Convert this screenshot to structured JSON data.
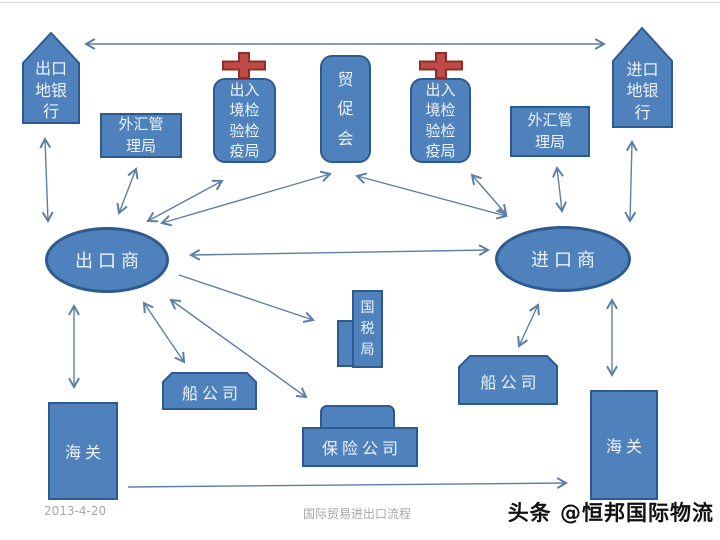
{
  "diagram": {
    "footer": {
      "date": "2013-4-20",
      "title": "国际贸易进出口流程",
      "watermark": "头条 @恒邦国际物流"
    },
    "nodes": {
      "export_bank": {
        "label": "出口地银行"
      },
      "import_bank": {
        "label": "进口地银行"
      },
      "forex_left": {
        "label": "外汇管理局"
      },
      "forex_right": {
        "label": "外汇管理局"
      },
      "ciq_left": {
        "label": "出入境检验检疫局",
        "badge": "red-cross"
      },
      "ciq_right": {
        "label": "出入境检验检疫局",
        "badge": "red-cross"
      },
      "trade_council": {
        "label": "贸促会"
      },
      "exporter": {
        "label": "出口商"
      },
      "importer": {
        "label": "进口商"
      },
      "tax_bureau": {
        "label": "国税局"
      },
      "ship_left": {
        "label": "船公司"
      },
      "ship_right": {
        "label": "船公司"
      },
      "insurance": {
        "label": "保险公司"
      },
      "customs_left": {
        "label": "海关"
      },
      "customs_right": {
        "label": "海关"
      }
    },
    "edges": [
      {
        "from": "export_bank",
        "to": "import_bank",
        "arrows": "both"
      },
      {
        "from": "export_bank",
        "to": "exporter",
        "arrows": "both"
      },
      {
        "from": "exporter",
        "to": "forex_left",
        "arrows": "both"
      },
      {
        "from": "exporter",
        "to": "ciq_left",
        "arrows": "both"
      },
      {
        "from": "exporter",
        "to": "trade_council",
        "arrows": "both"
      },
      {
        "from": "trade_council",
        "to": "importer",
        "arrows": "both"
      },
      {
        "from": "ciq_right",
        "to": "importer",
        "arrows": "both"
      },
      {
        "from": "forex_right",
        "to": "importer",
        "arrows": "both"
      },
      {
        "from": "import_bank",
        "to": "importer",
        "arrows": "both"
      },
      {
        "from": "exporter",
        "to": "importer",
        "arrows": "both"
      },
      {
        "from": "exporter",
        "to": "tax_bureau",
        "arrows": "end"
      },
      {
        "from": "exporter",
        "to": "ship_left",
        "arrows": "both"
      },
      {
        "from": "exporter",
        "to": "insurance",
        "arrows": "both"
      },
      {
        "from": "exporter",
        "to": "customs_left",
        "arrows": "both"
      },
      {
        "from": "importer",
        "to": "ship_right",
        "arrows": "both"
      },
      {
        "from": "importer",
        "to": "customs_right",
        "arrows": "both"
      },
      {
        "from": "customs_left",
        "to": "customs_right",
        "arrows": "end"
      }
    ],
    "colors": {
      "shape_fill": "#4f81bd",
      "shape_border": "#2e5b8f",
      "arrow": "#5d7fa5",
      "cross_fill": "#bf4b47",
      "cross_border": "#8e2e2a",
      "footer_text": "#a8a8a8",
      "watermark_text": "#111111"
    }
  }
}
